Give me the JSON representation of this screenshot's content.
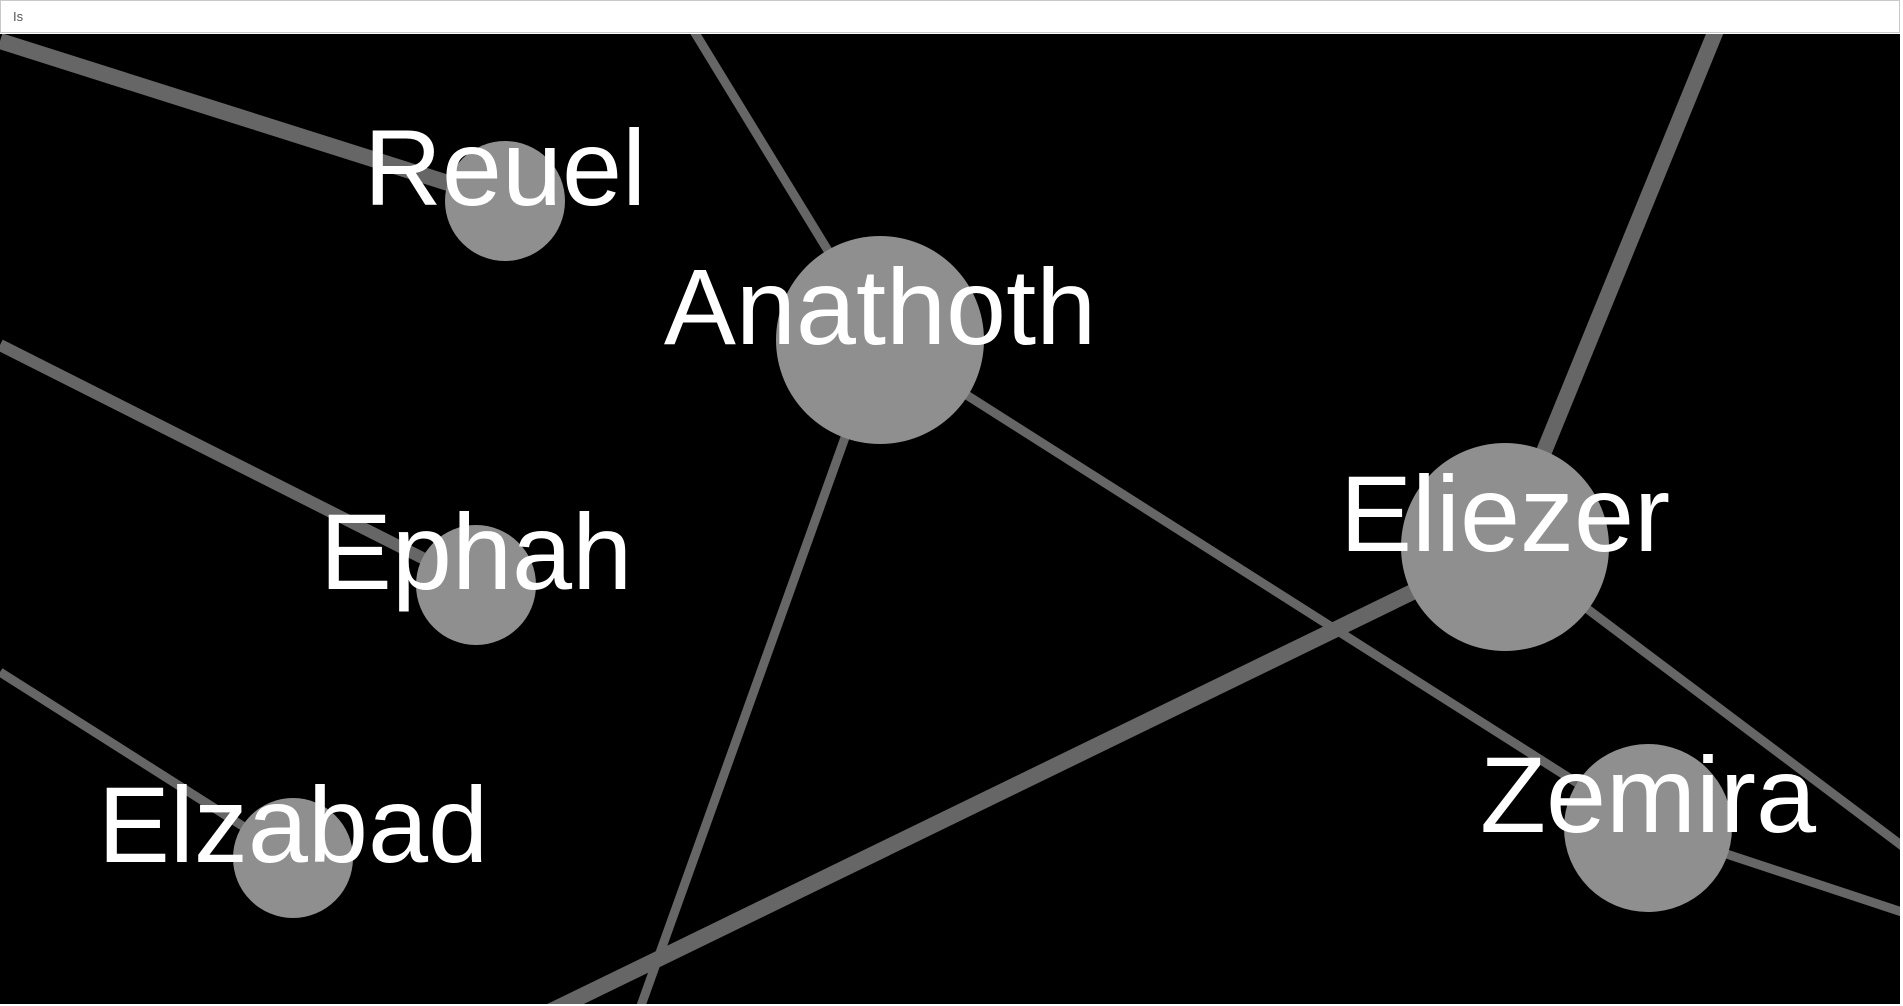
{
  "search": {
    "value": "Is",
    "placeholder": ""
  },
  "graph": {
    "background": "#000000",
    "node_color": "#8f8f8f",
    "edge_color": "#666666",
    "label_color": "#ffffff",
    "nodes": [
      {
        "id": "reuel",
        "label": "Reuel"
      },
      {
        "id": "anathoth",
        "label": "Anathoth"
      },
      {
        "id": "ephah",
        "label": "Ephah"
      },
      {
        "id": "eliezer",
        "label": "Eliezer"
      },
      {
        "id": "elzabad",
        "label": "Elzabad"
      },
      {
        "id": "zemira",
        "label": "Zemira"
      }
    ]
  }
}
